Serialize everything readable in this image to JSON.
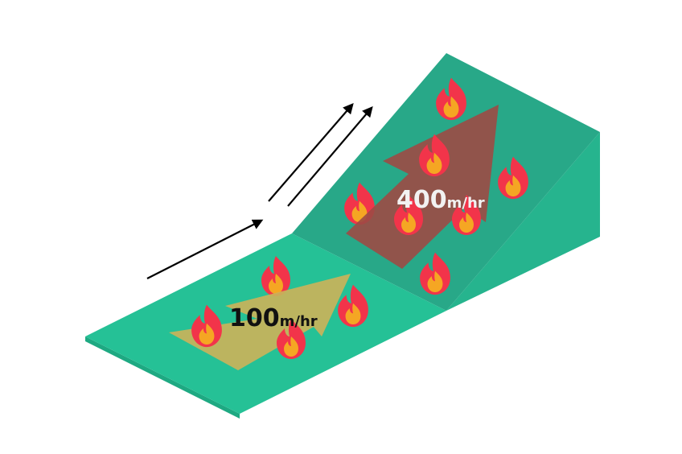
{
  "flat_zone": {
    "speed_value": "100",
    "speed_unit": "m/hr",
    "arrow_color": "#c9b35a",
    "label_color": "#111111"
  },
  "slope_zone": {
    "speed_value": "400",
    "speed_unit": "m/hr",
    "arrow_color": "#9c4a45",
    "label_color": "#f2f2f2"
  },
  "terrain_colors": {
    "flat_top": "#25c196",
    "flat_front": "#1ea982",
    "slope_top": "#28a888",
    "slope_side": "#26b48e"
  },
  "wind_arrows": [
    "wind-arrow",
    "wind-arrow",
    "wind-arrow"
  ],
  "flame_icon": "fire-icon"
}
